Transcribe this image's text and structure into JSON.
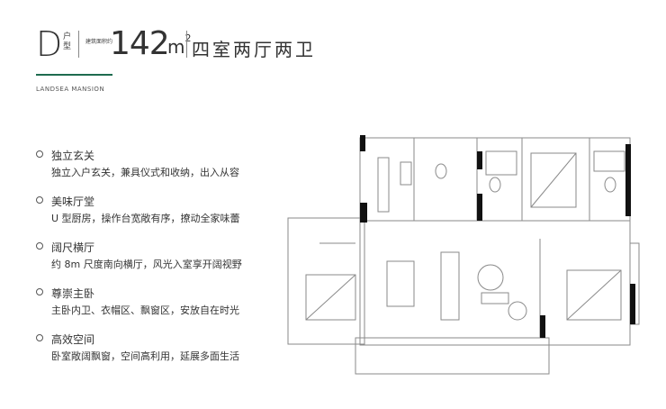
{
  "header": {
    "unit_letter": "D",
    "unit_type_label": "户型",
    "area_label": "建筑面积约",
    "area_value": "142",
    "area_unit": "m",
    "area_unit_sup": "2",
    "layout_name": "四室两厅两卫",
    "brand": "LANDSEA MANSION",
    "accent_color": "#1e6b4f"
  },
  "features": [
    {
      "title": "独立玄关",
      "desc": "独立入户玄关，兼具仪式和收纳，出入从容"
    },
    {
      "title": "美味厅堂",
      "desc": "U 型厨房，操作台宽敞有序，撩动全家味蕾"
    },
    {
      "title": "阔尺横厅",
      "desc": "约 8m 尺度南向横厅，风光入室享开阔视野"
    },
    {
      "title": "尊崇主卧",
      "desc": "主卧内卫、衣帽区、飘窗区，安放自在时光"
    },
    {
      "title": "高效空间",
      "desc": "卧室敞阔飘窗，空间高利用，延展多面生活"
    }
  ]
}
